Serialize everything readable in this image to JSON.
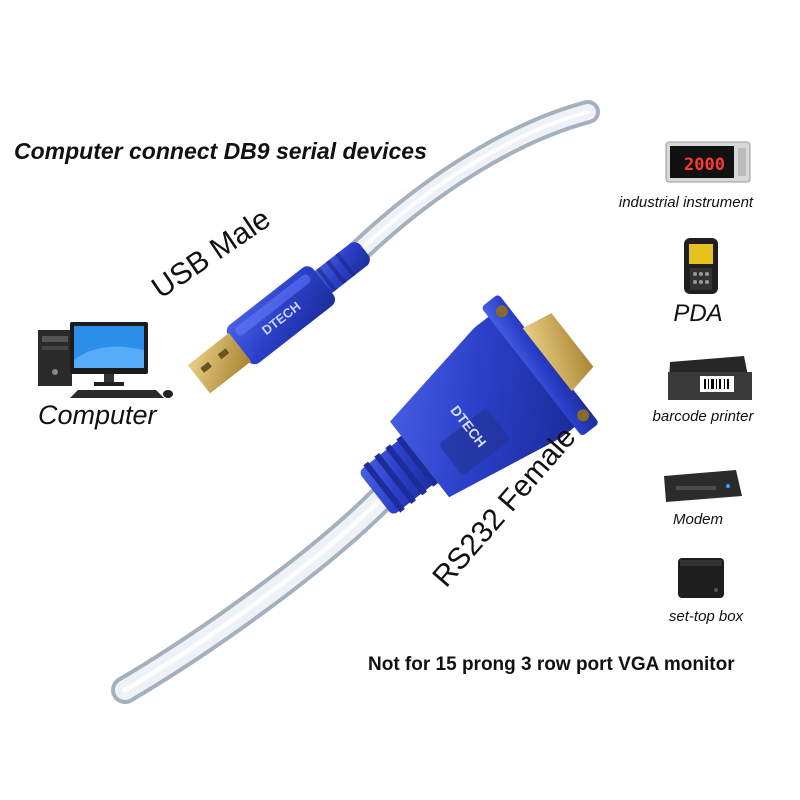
{
  "headline": "Computer connect DB9 serial devices",
  "connector_labels": {
    "usb": "USB Male",
    "rs232": "RS232 Female"
  },
  "computer_label": "Computer",
  "devices": [
    {
      "label": "industrial instrument",
      "icon": "industrial-instrument-icon"
    },
    {
      "label": "PDA",
      "icon": "pda-icon"
    },
    {
      "label": "barcode printer",
      "icon": "barcode-printer-icon"
    },
    {
      "label": "Modem",
      "icon": "modem-icon"
    },
    {
      "label": "set-top box",
      "icon": "set-top-box-icon"
    }
  ],
  "instrument_display": "2000",
  "warning": "Not for 15 prong 3 row port VGA monitor",
  "colors": {
    "connector_blue": "#2a3fc8",
    "cable_silver": "#d9e0e8",
    "usb_plug_gold": "#c9a34a",
    "display_red": "#ff3b2f"
  }
}
